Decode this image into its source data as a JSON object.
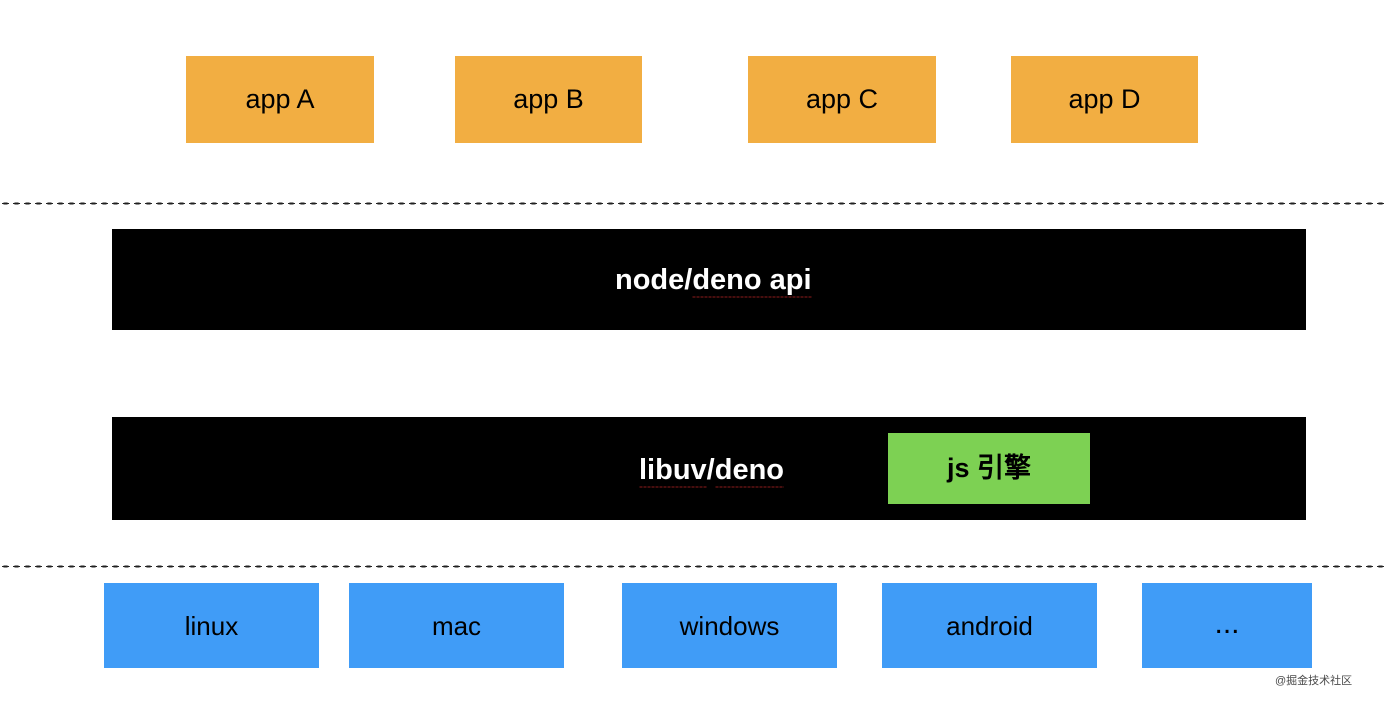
{
  "diagram": {
    "title": "node/deno runtime architecture layers",
    "colors": {
      "app_layer": "#f2ae42",
      "runtime_bar": "#000000",
      "runtime_text": "#ffffff",
      "js_engine": "#7dd153",
      "os_layer": "#409cf7",
      "divider": "#222222",
      "spellcheck_underline": "#8e1d1d",
      "background": "#ffffff"
    },
    "app_layer": {
      "items": [
        {
          "label": "app A"
        },
        {
          "label": "app B"
        },
        {
          "label": "app C"
        },
        {
          "label": "app D"
        }
      ]
    },
    "api_layer": {
      "label_prefix": "node/",
      "label_misspelled": "deno api"
    },
    "runtime_layer": {
      "label_misspelled_1": "libuv",
      "label_separator": "/",
      "label_misspelled_2": "deno",
      "engine_label": "js 引擎"
    },
    "os_layer": {
      "items": [
        {
          "label": "linux"
        },
        {
          "label": "mac"
        },
        {
          "label": "windows"
        },
        {
          "label": "android"
        },
        {
          "label": "..."
        }
      ]
    },
    "watermark": {
      "text": "@掘金技术社区"
    }
  }
}
